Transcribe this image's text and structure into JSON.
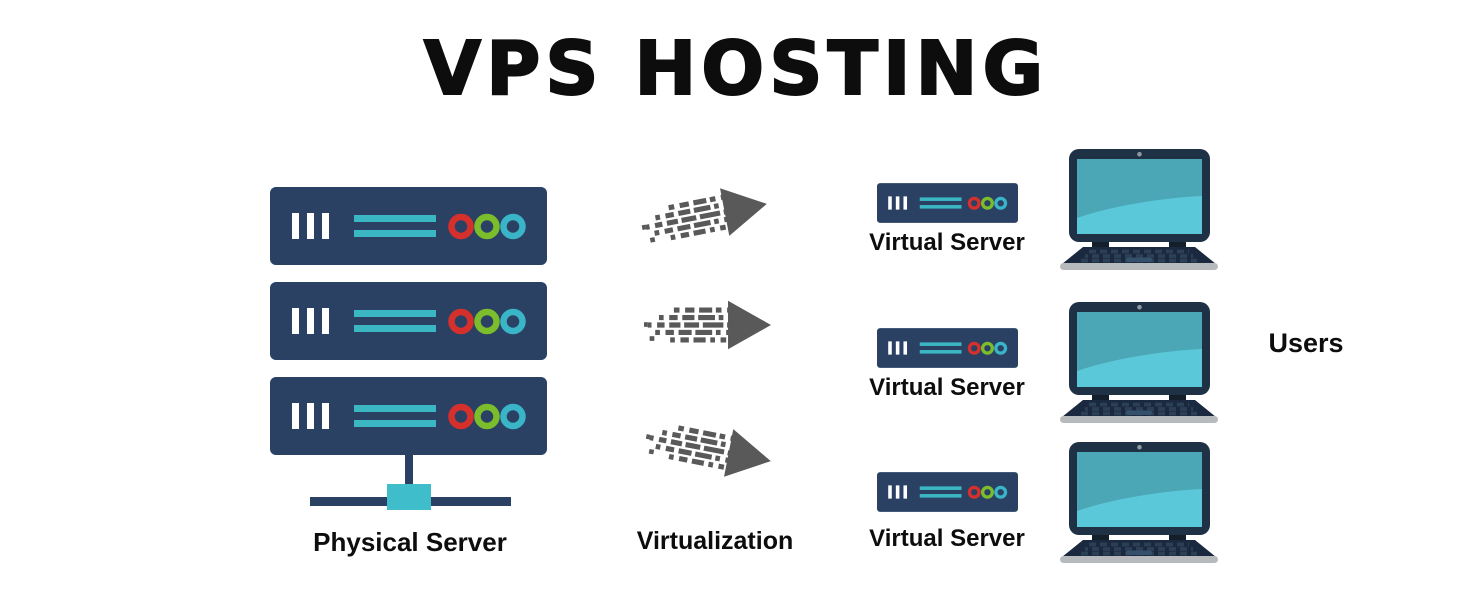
{
  "title": "VPS HOSTING",
  "physical": {
    "label": "Physical Server",
    "unit_count": 3
  },
  "virtualization": {
    "label": "Virtualization",
    "arrow_count": 3
  },
  "virtual_servers": [
    {
      "label": "Virtual Server"
    },
    {
      "label": "Virtual Server"
    },
    {
      "label": "Virtual Server"
    }
  ],
  "users": {
    "label": "Users",
    "laptop_count": 3
  },
  "icons": [
    "server-unit-icon",
    "network-connector-icon",
    "virtualization-arrow-icon",
    "virtual-server-icon",
    "laptop-icon"
  ],
  "colors": {
    "ink": "#0d0d0d",
    "navy": "#2a4164",
    "teal": "#3bb7c3",
    "connector-teal": "#3fbdca",
    "led-red": "#d6302c",
    "led-green": "#7cbd2b",
    "led-cyan": "#3ab5c8",
    "arrow-gray": "#595959",
    "laptop-frame": "#1f3144",
    "laptop-base": "#1b2940",
    "screen-teal": "#4ba7b6",
    "screen-teal-light": "#5bc8da",
    "key-color": "#2c4055",
    "strip-gray": "#b7babd"
  }
}
